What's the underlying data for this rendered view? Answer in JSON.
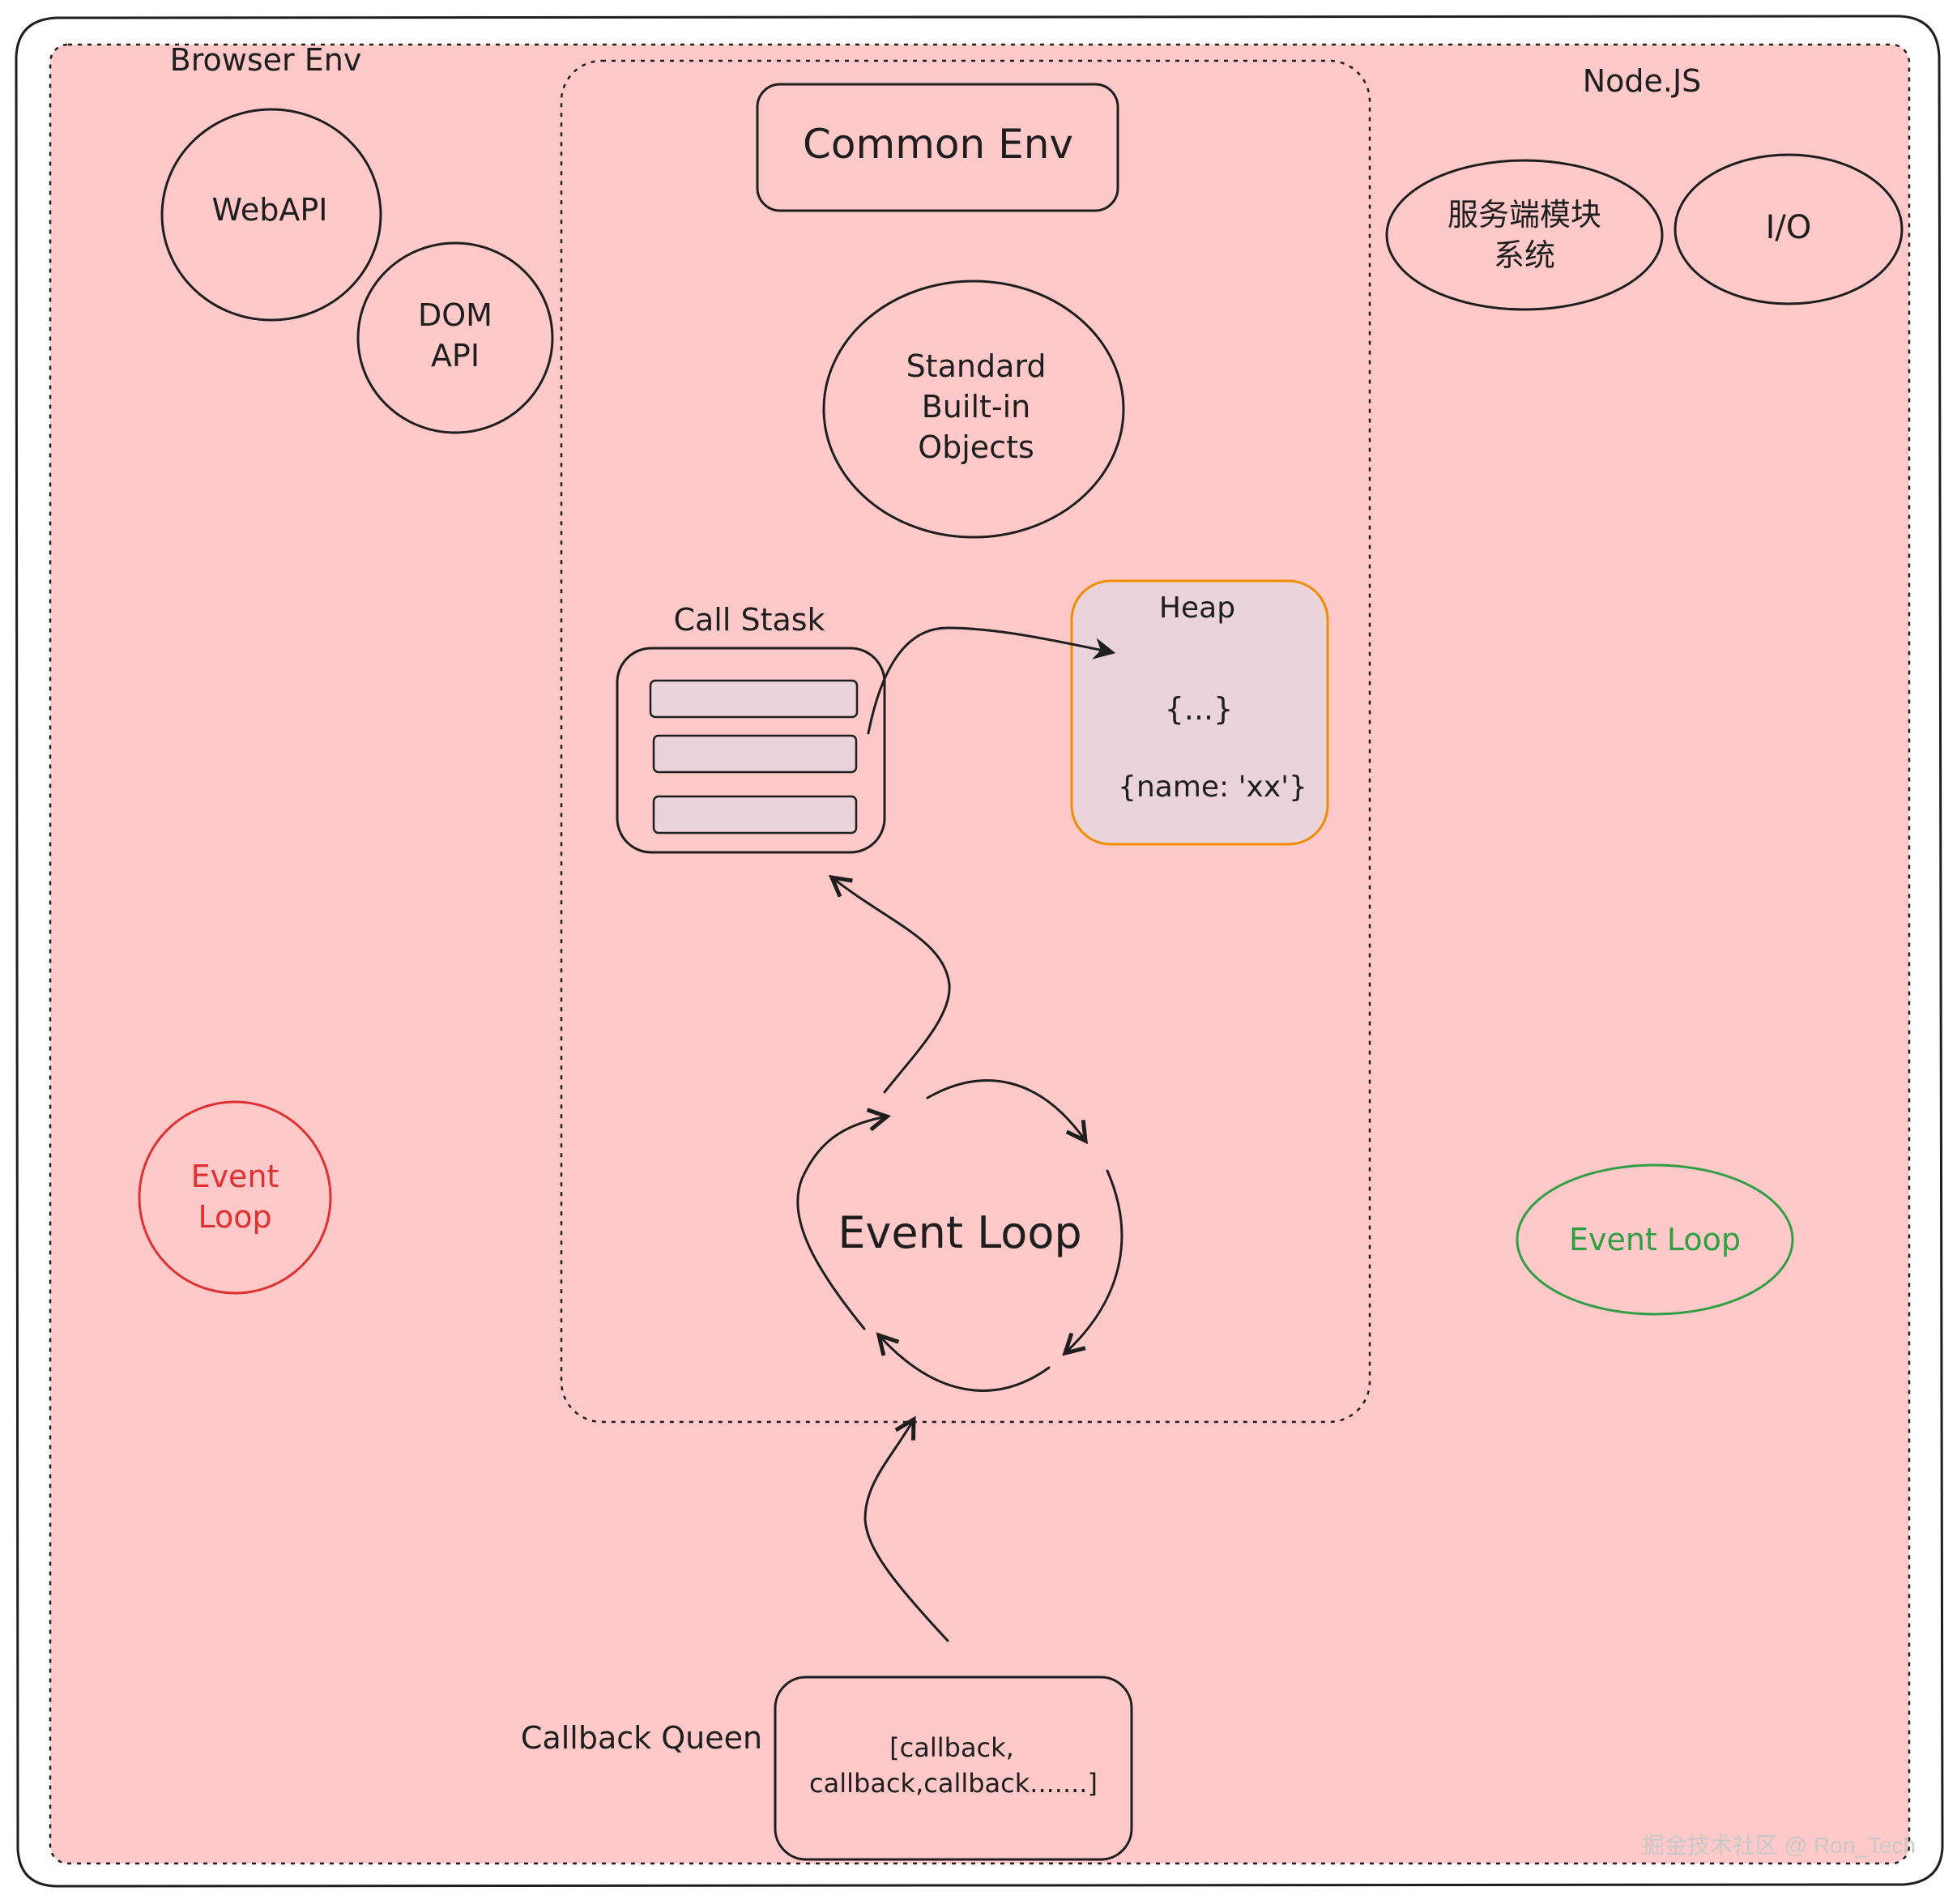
{
  "labels": {
    "browser_env": "Browser Env",
    "nodejs": "Node.JS",
    "common_env": "Common Env",
    "webapi": "WebAPI",
    "dom_api": [
      "DOM",
      "API"
    ],
    "server_modules": [
      "服务端模块",
      "系统"
    ],
    "io": "I/O",
    "standard_objects": [
      "Standard",
      "Built-in",
      "Objects"
    ],
    "call_stack": "Call Stask",
    "heap": "Heap",
    "heap_items": [
      "{...}",
      "{name: 'xx'}"
    ],
    "event_loop_center": "Event Loop",
    "event_loop_browser": [
      "Event",
      "Loop"
    ],
    "event_loop_node": "Event Loop",
    "callback_queue": "Callback Queen",
    "callback_queue_content": [
      "[callback,",
      "callback,callback.......]"
    ],
    "watermark": "掘金技术社区 @ Ron_Tech"
  },
  "colors": {
    "canvas": "#ffc9c9",
    "ink": "#1e1e1e",
    "heap_fill": "#ead3da",
    "heap_stroke": "#f08c00",
    "stack_slot_fill": "#ead3da",
    "browser_loop": "#e03131",
    "node_loop": "#2f9e44"
  }
}
